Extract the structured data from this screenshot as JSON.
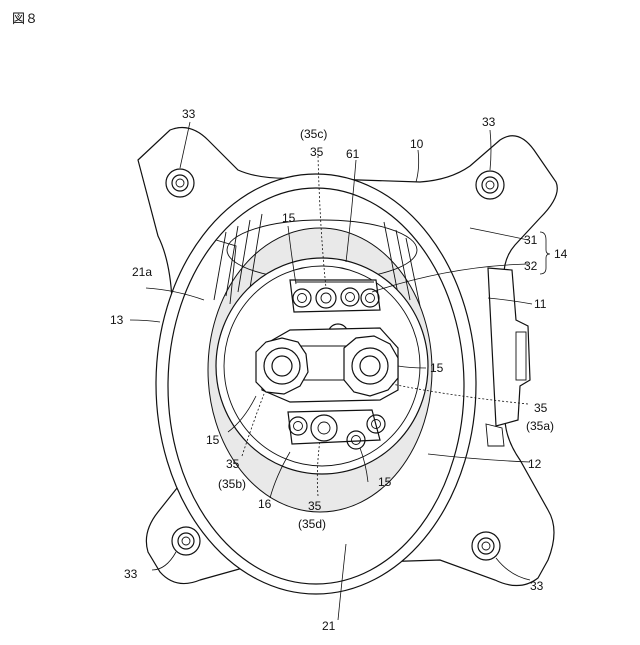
{
  "figure": {
    "title": "図８",
    "labels": {
      "l10": "10",
      "l11": "11",
      "l12": "12",
      "l13": "13",
      "l14": "14",
      "l15a": "15",
      "l15b": "15",
      "l15c": "15",
      "l15d": "15",
      "l16": "16",
      "l21": "21",
      "l21a": "21a",
      "l31": "31",
      "l32": "32",
      "l33tl": "33",
      "l33tr": "33",
      "l33bl": "33",
      "l33br": "33",
      "l35c": "35",
      "l35c_sub": "(35c)",
      "l35a": "35",
      "l35a_sub": "(35a)",
      "l35b": "35",
      "l35b_sub": "(35b)",
      "l35d": "35",
      "l35d_sub": "(35d)",
      "l61": "61"
    }
  }
}
